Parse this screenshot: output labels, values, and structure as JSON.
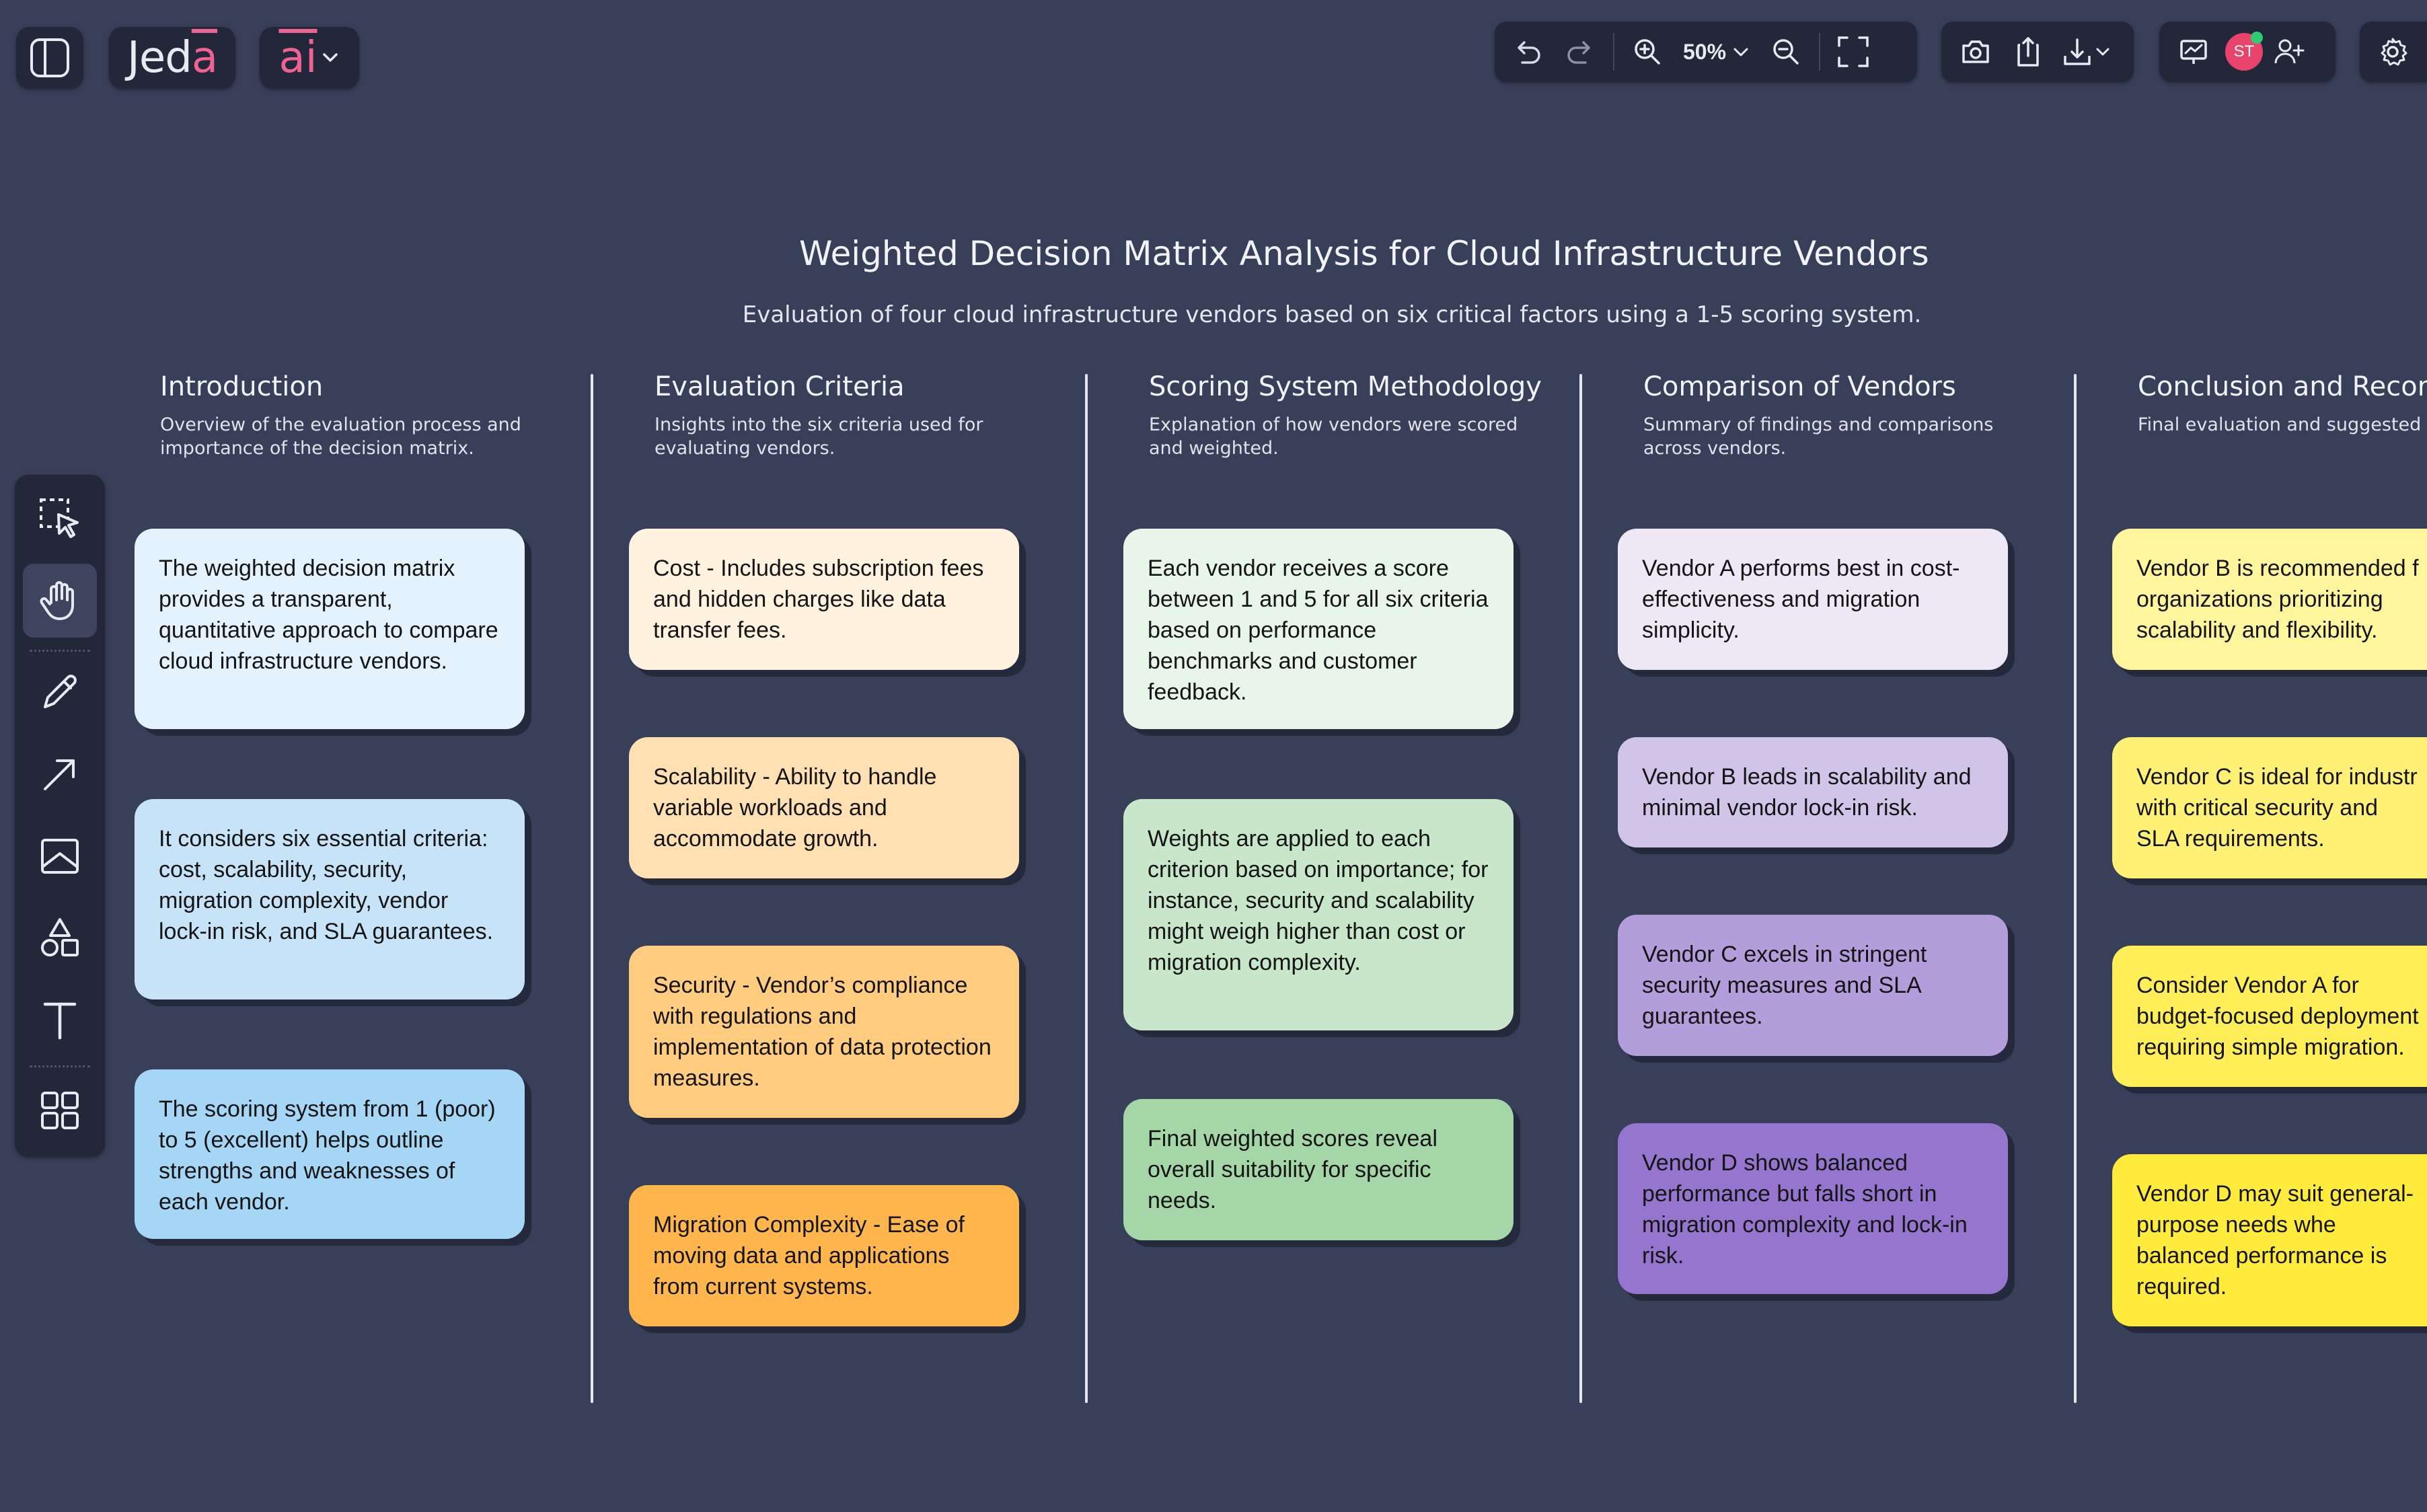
{
  "toolbar_left": {
    "logo_prefix": "Jed",
    "logo_accent": "a",
    "ai_label": "ai"
  },
  "toolbar_right": {
    "zoom_level": "50%",
    "user_initials": "ST"
  },
  "board": {
    "title": "Weighted Decision Matrix Analysis for Cloud Infrastructure Vendors",
    "subtitle": "Evaluation of four cloud infrastructure vendors based on six critical factors using a 1-5 scoring system.",
    "columns": [
      {
        "heading": "Introduction",
        "description": "Overview of the evaluation process and importance of the decision matrix.",
        "cards": [
          {
            "text": "The weighted decision matrix provides a transparent, quantitative approach to compare cloud infrastructure vendors.",
            "color": "#e3f2fd"
          },
          {
            "text": "It considers six essential criteria: cost, scalability, security, migration complexity, vendor lock-in risk, and SLA guarantees.",
            "color": "#c6e3f8"
          },
          {
            "text": "The scoring system from 1 (poor) to 5 (excellent) helps outline strengths and weaknesses of each vendor.",
            "color": "#a6d6f5"
          }
        ]
      },
      {
        "heading": "Evaluation Criteria",
        "description": "Insights into the six criteria used for evaluating vendors.",
        "cards": [
          {
            "text": "Cost - Includes subscription fees and hidden charges like data transfer fees.",
            "color": "#fff3e0"
          },
          {
            "text": "Scalability - Ability to handle variable workloads and accommodate growth.",
            "color": "#ffe0b2"
          },
          {
            "text": "Security - Vendor’s compliance with regulations and implementation of data protection measures.",
            "color": "#ffcc80"
          },
          {
            "text": "Migration Complexity - Ease of moving data and applications from current systems.",
            "color": "#ffb74d"
          }
        ]
      },
      {
        "heading": "Scoring System Methodology",
        "description": "Explanation of how vendors were scored and weighted.",
        "cards": [
          {
            "text": "Each vendor receives a score between 1 and 5 for all six criteria based on performance benchmarks and customer feedback.",
            "color": "#e8f5e9"
          },
          {
            "text": "Weights are applied to each criterion based on importance; for instance, security and scalability might weigh higher than cost or migration complexity.",
            "color": "#c8e6c9"
          },
          {
            "text": "Final weighted scores reveal overall suitability for specific needs.",
            "color": "#a5d6a7"
          }
        ]
      },
      {
        "heading": "Comparison of Vendors",
        "description": "Summary of findings and comparisons across vendors.",
        "cards": [
          {
            "text": "Vendor A performs best in cost-effectiveness and migration simplicity.",
            "color": "#ede7f6"
          },
          {
            "text": "Vendor B leads in scalability and minimal vendor lock-in risk.",
            "color": "#d1c4e9"
          },
          {
            "text": "Vendor C excels in stringent security measures and SLA guarantees.",
            "color": "#b39ddb"
          },
          {
            "text": "Vendor D shows balanced performance but falls short in migration complexity and lock-in risk.",
            "color": "#9575cd"
          }
        ]
      },
      {
        "heading": "Conclusion and Recomm",
        "description": "Final evaluation and suggested ch based on scoring.",
        "cards": [
          {
            "text": "Vendor B is recommended f organizations prioritizing scalability and flexibility.",
            "color": "#fff59d"
          },
          {
            "text": "Vendor C is ideal for industr with critical security and SLA requirements.",
            "color": "#fff176"
          },
          {
            "text": "Consider Vendor A for budget-focused deployment requiring simple migration.",
            "color": "#ffee58"
          },
          {
            "text": "Vendor D may suit general-purpose needs whe balanced performance is required.",
            "color": "#ffeb3b"
          }
        ]
      }
    ]
  }
}
